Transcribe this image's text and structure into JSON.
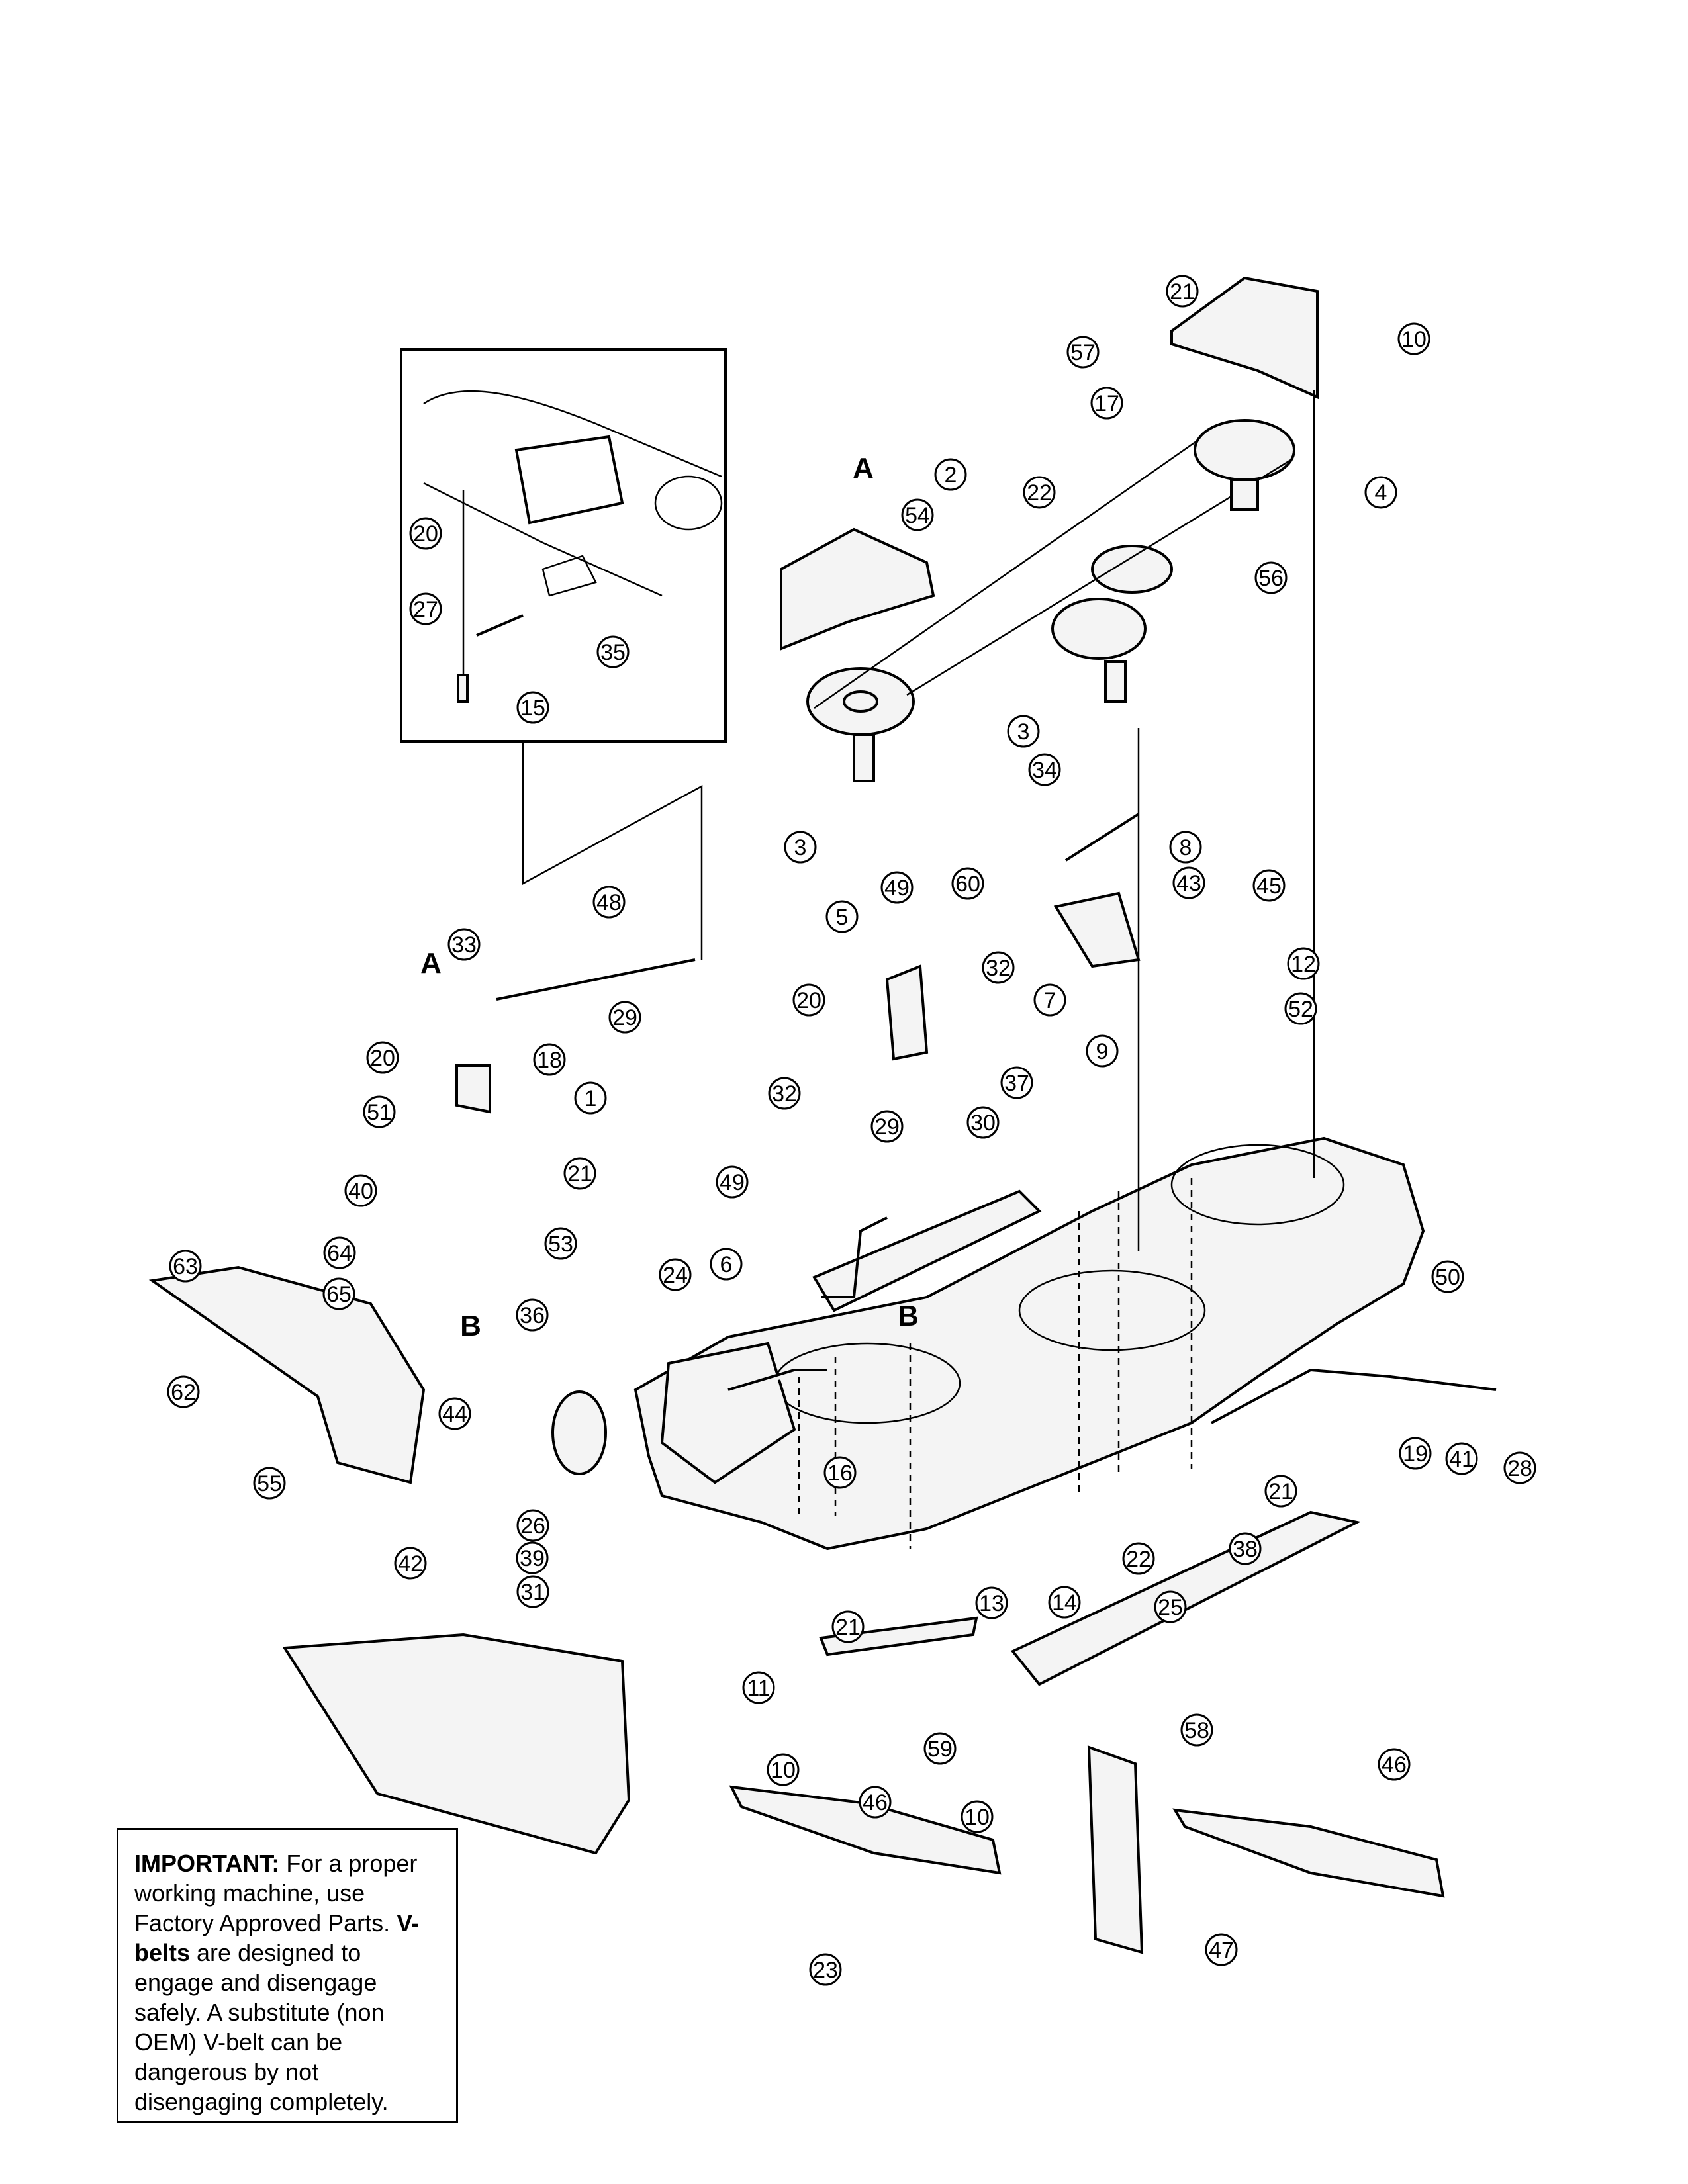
{
  "important_note": {
    "heading": "IMPORTANT:",
    "text_1": " For a proper working machine, use Factory Approved Parts. ",
    "vbelts": "V-belts",
    "text_2": " are designed to engage and disengage safely. A substitute (non OEM) V-belt can be dangerous by not disengaging completely."
  },
  "section_letters": [
    "A",
    "A",
    "B",
    "B"
  ],
  "callouts": [
    "21",
    "10",
    "57",
    "17",
    "4",
    "22",
    "56",
    "2",
    "54",
    "3",
    "3",
    "34",
    "8",
    "60",
    "43",
    "45",
    "12",
    "52",
    "7",
    "9",
    "37",
    "30",
    "49",
    "5",
    "32",
    "20",
    "20",
    "27",
    "35",
    "15",
    "48",
    "33",
    "29",
    "18",
    "20",
    "51",
    "1",
    "21",
    "40",
    "53",
    "64",
    "63",
    "65",
    "62",
    "55",
    "36",
    "44",
    "42",
    "26",
    "39",
    "31",
    "24",
    "6",
    "32",
    "29",
    "49",
    "16",
    "21",
    "13",
    "11",
    "10",
    "46",
    "59",
    "10",
    "23",
    "47",
    "46",
    "58",
    "25",
    "38",
    "22",
    "14",
    "21",
    "50",
    "19",
    "41",
    "28"
  ]
}
